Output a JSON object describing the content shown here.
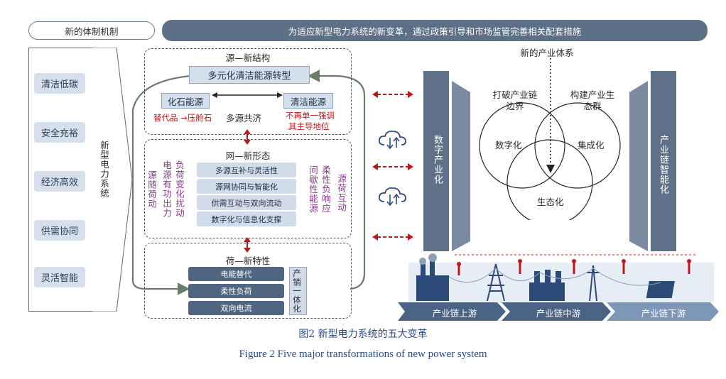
{
  "header": {
    "left_pill": "新的体制机制",
    "banner": "为适应新型电力系统的新变革，通过政策引导和市场监管完善相关配套措施"
  },
  "goals": [
    "清洁低碳",
    "安全充裕",
    "经济高效",
    "供需协同",
    "灵活智能"
  ],
  "system_label": "新型电力系统",
  "source": {
    "title": "源—新结构",
    "transform": "多元化清洁能源转型",
    "fossil": "化石能源",
    "clean": "清洁能源",
    "fossil_note": "替代品 →压舱石",
    "multi": "多源共济",
    "clean_note_1": "不再单一强调",
    "clean_note_2": "其主导地位"
  },
  "grid": {
    "title": "网—新形态",
    "items": [
      "多源互补与灵活性",
      "源网协同与智能化",
      "供需互动与双向流动",
      "数字化与信息化支撑"
    ],
    "left_cols": [
      "负荷变化扰动",
      "电源有功出力",
      "源随荷动"
    ],
    "right_cols": [
      "柔性负响应",
      "间歇性能源",
      "源荷互动"
    ]
  },
  "load": {
    "title": "荷—新特性",
    "items": [
      "电能替代",
      "柔性负荷",
      "双向电流"
    ],
    "side": "产销一体化"
  },
  "industry": {
    "system_title": "新的产业体系",
    "left_pillar": "数字产业化",
    "right_pillar": "产业链智能化",
    "break_chain": "打破产业链边界",
    "build_eco": "构建产业生态群",
    "circles": [
      "数字化",
      "集成化",
      "生态化"
    ],
    "chain": [
      "产业链上游",
      "产业链中游",
      "产业链下游"
    ]
  },
  "caption": {
    "zh": "图2   新型电力系统的五大变革",
    "en": "Figure 2    Five major transformations of new power system"
  },
  "colors": {
    "banner": "#5d7087",
    "goal_fill": "#d6e0ec",
    "accent_red": "#c0181a",
    "purple": "#8a3a8c",
    "pillar": "#5f7188",
    "chain": "#4b6485"
  }
}
